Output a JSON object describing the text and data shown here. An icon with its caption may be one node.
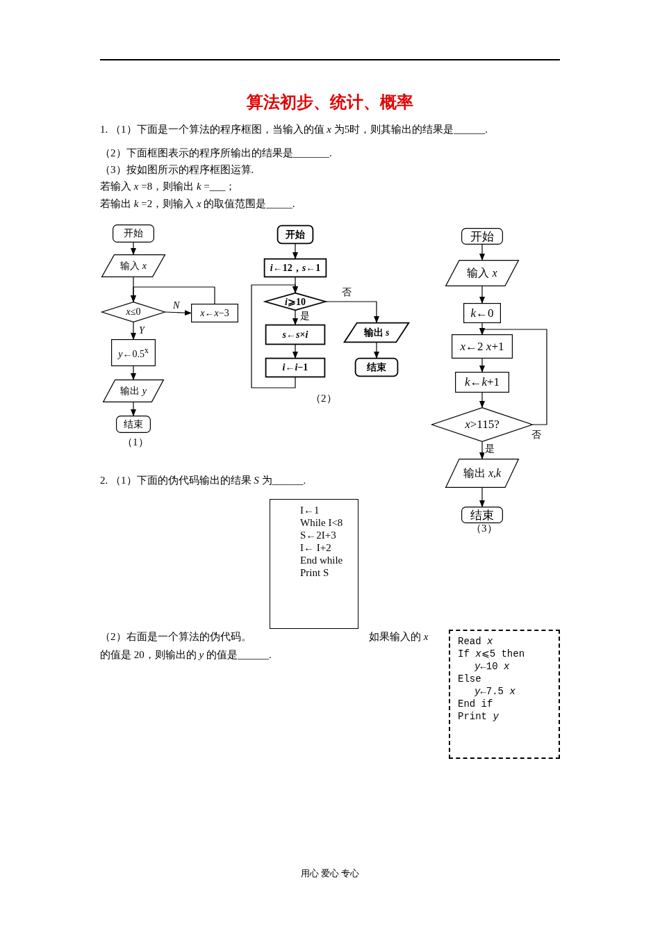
{
  "diagram": {
    "title": "算法初步、统计、概率",
    "nodes": [
      {
        "text": [
          "开始"
        ]
      },
      {
        "text": [
          "输入 *x*"
        ]
      },
      {
        "text": [
          "*x*≤0"
        ]
      },
      {
        "text": [
          "*x*←*x*−3"
        ]
      },
      {
        "text": [
          "*y*←0.5$^{x}$"
        ]
      },
      {
        "text": [
          "输出 *y*"
        ]
      },
      {
        "text": [
          "结束"
        ]
      },
      {
        "text": [
          "开始"
        ]
      },
      {
        "text": [
          "*i*←12，*s*←1"
        ]
      },
      {
        "text": [
          "*i*⩾10"
        ]
      },
      {
        "text": [
          "*s*←*s*×*i*"
        ]
      },
      {
        "text": [
          "*i*←*i*−1"
        ]
      },
      {
        "text": [
          "输出 *s*"
        ]
      },
      {
        "text": [
          "结束"
        ]
      },
      {
        "text": [
          "开始"
        ]
      },
      {
        "text": [
          "输入 *x*"
        ]
      },
      {
        "text": [
          "*k*←0"
        ]
      },
      {
        "text": [
          "*x*←2 *x*+1"
        ]
      },
      {
        "text": [
          "*k*←*k*+1"
        ]
      },
      {
        "text": [
          "*x*>115?"
        ]
      },
      {
        "text": [
          "输出 *x*,*k*"
        ]
      },
      {
        "text": [
          "结束"
        ]
      },
      {
        "text": [
          "I←1",
          "While I<8",
          "S←2I+3",
          "I← I+2",
          "End while",
          "Print S"
        ]
      },
      {
        "text": [
          "Read *x*",
          "If *x*⩽5 then",
          "*y*←10 *x*",
          "Else",
          "*y*←7.5 *x*",
          "End if",
          "Print *y*"
        ]
      }
    ],
    "edges": [
      {
        "from": 0,
        "to": 1,
        "arrow": "to"
      },
      {
        "from": 1,
        "to": 2,
        "arrow": "to"
      },
      {
        "from": 2,
        "to": 3,
        "arrow": "to",
        "label": "*N*"
      },
      {
        "from": 3,
        "to": 2,
        "arrow": "to"
      },
      {
        "from": 2,
        "to": 4,
        "arrow": "to",
        "label": "*Y*"
      },
      {
        "from": 4,
        "to": 5,
        "arrow": "to"
      },
      {
        "from": 5,
        "to": 6,
        "arrow": "to"
      },
      {
        "from": 7,
        "to": 8,
        "arrow": "to"
      },
      {
        "from": 8,
        "to": 9,
        "arrow": "to"
      },
      {
        "from": 9,
        "to": 10,
        "arrow": "to",
        "label": "是"
      },
      {
        "from": 10,
        "to": 11,
        "arrow": "to"
      },
      {
        "from": 11,
        "to": 9,
        "arrow": "to"
      },
      {
        "from": 9,
        "to": 12,
        "arrow": "to",
        "label": "否"
      },
      {
        "from": 12,
        "to": 13,
        "arrow": "to"
      },
      {
        "from": 14,
        "to": 15,
        "arrow": "to"
      },
      {
        "from": 15,
        "to": 16,
        "arrow": "to"
      },
      {
        "from": 16,
        "to": 17,
        "arrow": "to"
      },
      {
        "from": 17,
        "to": 18,
        "arrow": "to"
      },
      {
        "from": 18,
        "to": 19,
        "arrow": "to"
      },
      {
        "from": 19,
        "to": 17,
        "arrow": "to",
        "label": "否"
      },
      {
        "from": 19,
        "to": 20,
        "arrow": "to",
        "label": "是"
      },
      {
        "from": 20,
        "to": 21,
        "arrow": "to"
      }
    ],
    "labels": [
      "1. （1）下面是一个算法的程序框图，当输入的值 *x* 为5时，则其输出的结果是______.",
      "（2）下面框图表示的程序所输出的结果是_______.",
      "（3）按如图所示的程序框图运算.",
      "若输入 *x* =8，则输出 *k* =___；",
      "若输出 *k* =2，则输入 *x* 的取值范围是_____.",
      "（1）",
      "（2）",
      "（3）",
      "2. （1）下面的伪代码输出的结果 *S* 为______.",
      "（2）右面是一个算法的伪代码。",
      "如果输入的 *x*",
      "的值是 20，则输出的 *y* 的值是______.",
      "用心 爱心 专心"
    ]
  }
}
